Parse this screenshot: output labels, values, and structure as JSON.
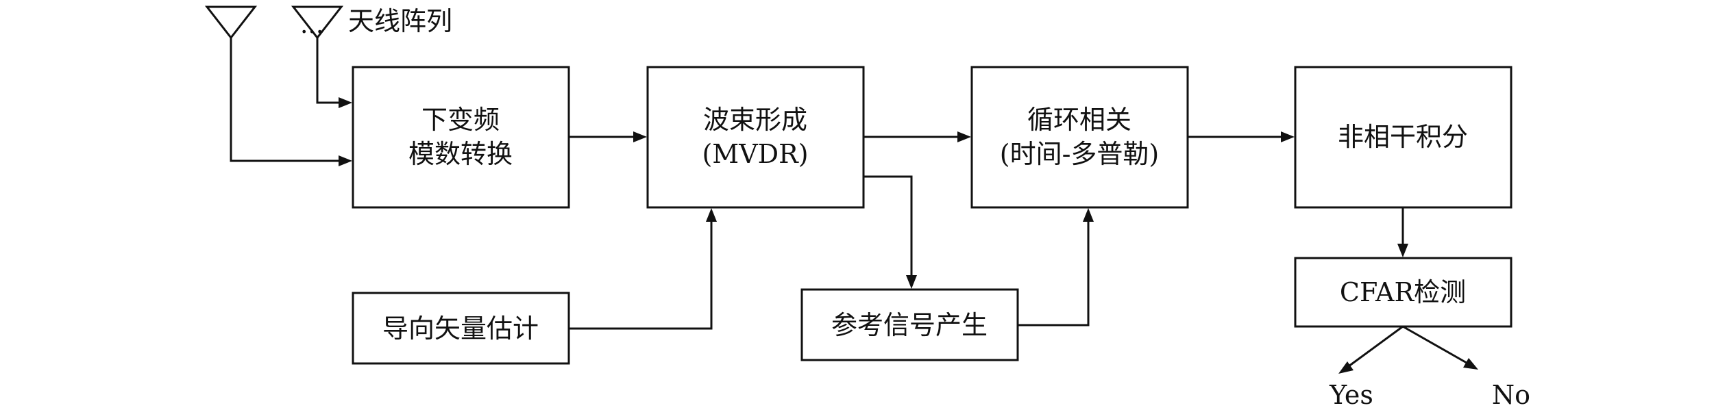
{
  "antenna_label": "天线阵列",
  "antenna_dots": "...",
  "blocks": {
    "downconvert": {
      "line1": "下变频",
      "line2": "模数转换"
    },
    "beamforming": {
      "line1": "波束形成",
      "line2": "(MVDR)"
    },
    "cyclic": {
      "line1": "循环相关",
      "line2": "(时间-多普勒)"
    },
    "noncoherent": {
      "line1": "非相干积分"
    },
    "steering": {
      "line1": "导向矢量估计"
    },
    "reference": {
      "line1": "参考信号产生"
    },
    "cfar": {
      "line1": "CFAR检测"
    }
  },
  "outputs": {
    "yes": "Yes",
    "no": "No"
  }
}
